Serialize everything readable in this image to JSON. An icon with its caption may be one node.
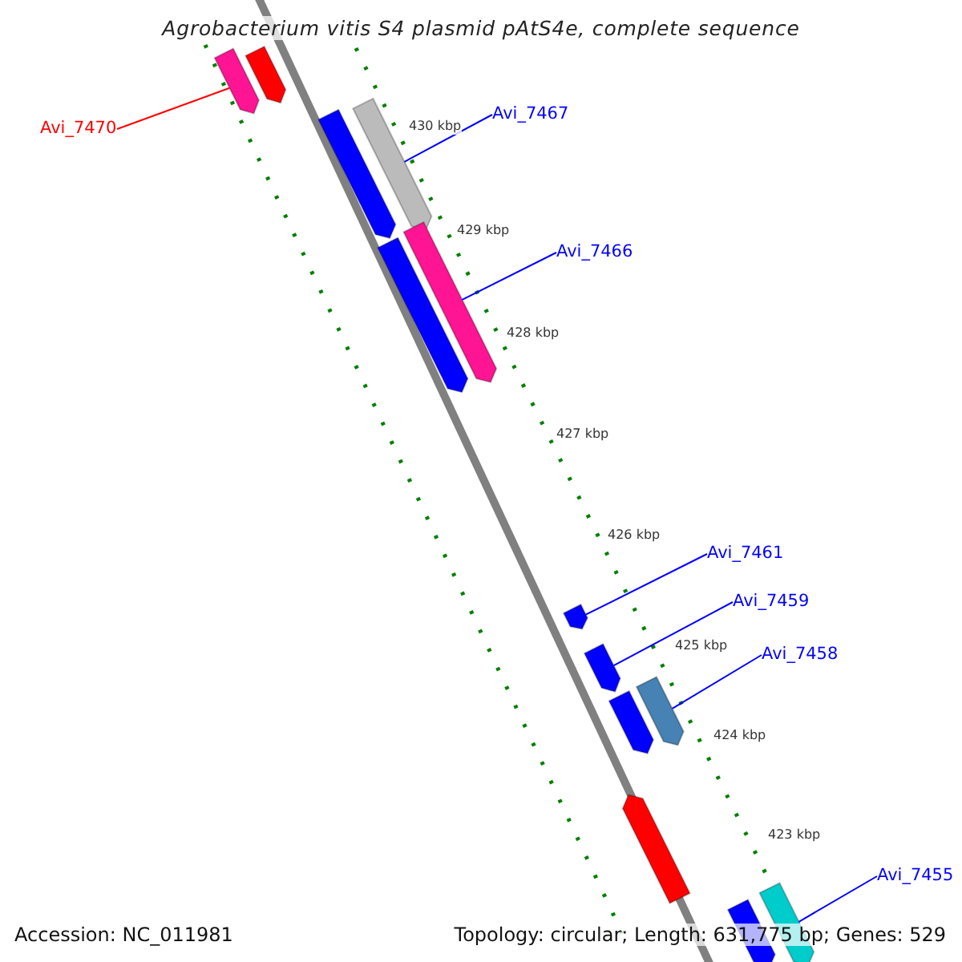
{
  "diagram": {
    "title": "Agrobacterium vitis S4 plasmid pAtS4e, complete sequence",
    "nodes": [
      {
        "text": [],
        "shape": "bar"
      },
      {
        "text": [],
        "shape": "bar"
      },
      {
        "text": [],
        "shape": "bar"
      },
      {
        "text": [],
        "shape": "bar"
      },
      {
        "text": [],
        "shape": "bar"
      },
      {
        "text": [],
        "shape": "bar"
      },
      {
        "text": [],
        "shape": "bar"
      },
      {
        "text": [],
        "shape": "bar"
      },
      {
        "text": [],
        "shape": "bar"
      },
      {
        "text": [],
        "shape": "bar"
      },
      {
        "text": [],
        "shape": "bar"
      },
      {
        "text": [],
        "shape": "bar"
      },
      {
        "text": [],
        "shape": "bar"
      },
      {
        "text": [
          "Avi_7470"
        ]
      },
      {
        "text": [
          "Avi_7467"
        ]
      },
      {
        "text": [
          "Avi_7466"
        ]
      },
      {
        "text": [
          "Avi_7461"
        ]
      },
      {
        "text": [
          "Avi_7459"
        ]
      },
      {
        "text": [
          "Avi_7458"
        ]
      },
      {
        "text": [
          "Avi_7455"
        ]
      }
    ],
    "edges": [
      {
        "from": 13,
        "to": 0,
        "arrow": "none",
        "color": "#ff0000"
      },
      {
        "from": 14,
        "to": 3,
        "arrow": "none"
      },
      {
        "from": 15,
        "to": 5,
        "arrow": "none"
      },
      {
        "from": 16,
        "to": 6,
        "arrow": "none"
      },
      {
        "from": 17,
        "to": 7,
        "arrow": "none"
      },
      {
        "from": 18,
        "to": 9,
        "arrow": "none"
      },
      {
        "from": 19,
        "to": 12,
        "arrow": "none"
      }
    ],
    "labels": [
      "430 kbp",
      "429 kbp",
      "428 kbp",
      "427 kbp",
      "426 kbp",
      "425 kbp",
      "424 kbp",
      "423 kbp",
      "Accession: NC_011981",
      "Topology: circular; Length: 631,775 bp; Genes: 529"
    ]
  }
}
